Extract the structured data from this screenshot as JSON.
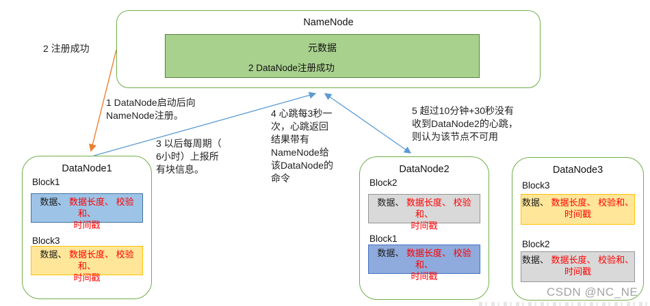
{
  "namenode": {
    "title": "NameNode",
    "meta_box": {
      "line1": "元数据",
      "line2": "2 DataNode注册成功"
    }
  },
  "annotations": {
    "a2_register_ok": {
      "text": "2 注册成功"
    },
    "a1_register": {
      "lines": [
        "1 DataNode启动后向",
        "NameNode注册。"
      ]
    },
    "a3_block_report": {
      "lines": [
        "3 以后每周期（",
        "6小时）上报所",
        "有块信息。"
      ]
    },
    "a4_heartbeat": {
      "lines": [
        "4 心跳每3秒一",
        "次，心跳返回",
        "结果带有",
        "NameNode给",
        "该DataNode的",
        "命令"
      ]
    },
    "a5_timeout": {
      "lines": [
        "5 超过10分钟+30秒没有",
        "收到DataNode2的心跳，",
        "则认为该节点不可用"
      ]
    }
  },
  "block_text": {
    "black": "数据、 ",
    "red1": "数据长度、 校验和、",
    "red2": "时间戳"
  },
  "datanodes": [
    {
      "title": "DataNode1",
      "blocks": [
        {
          "label": "Block1",
          "style": "blue1"
        },
        {
          "label": "Block3",
          "style": "orange"
        }
      ]
    },
    {
      "title": "DataNode2",
      "blocks": [
        {
          "label": "Block2",
          "style": "gray"
        },
        {
          "label": "Block1",
          "style": "blue2"
        }
      ]
    },
    {
      "title": "DataNode3",
      "blocks": [
        {
          "label": "Block3",
          "style": "orange"
        },
        {
          "label": "Block2",
          "style": "gray"
        }
      ]
    }
  ],
  "styles": {
    "blue1": "background:#9dc3e6;border:1px solid #41719c",
    "blue2": "background:#8faadc;border:1px solid #4472c4",
    "orange": "background:#ffe699;border:1px solid #ffc000",
    "gray": "background:#d9d9d9;border:1px solid #949494"
  },
  "colors": {
    "node_border_green": "#70ad47",
    "meta_fill_green": "#a9d18e",
    "arrow_blue": "#5b9bd5",
    "arrow_orange": "#ed7d31",
    "block_text_red": "#ff0000"
  },
  "watermark": "CSDN @NC_NE"
}
